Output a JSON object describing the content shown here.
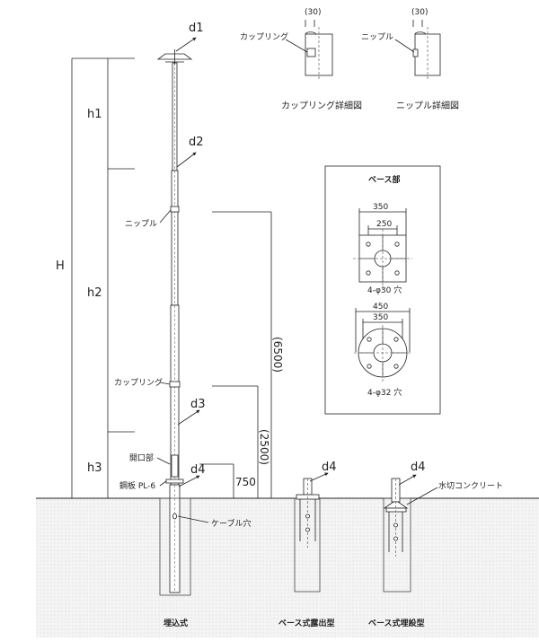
{
  "dims": {
    "H": "H",
    "h1": "h1",
    "h2": "h2",
    "h3": "h3",
    "d1": "d1",
    "d2": "d2",
    "d3": "d3",
    "d4": "d4",
    "d4_base_exposed": "d4",
    "d4_base_buried": "d4",
    "height_6500": "(6500)",
    "height_2500": "(2500)",
    "height_750": "750"
  },
  "callouts": {
    "nipple": "ニップル",
    "coupling": "カップリング",
    "opening": "開口部",
    "steel_plate": "鋼板 PL-6",
    "cable_hole": "ケーブル穴",
    "leveling_concrete": "水切コンクリート"
  },
  "detail": {
    "coupling_label": "カップリング",
    "coupling_dim": "(30)",
    "coupling_caption": "カップリング詳細図",
    "nipple_label": "ニップル",
    "nipple_dim": "(30)",
    "nipple_caption": "ニップル詳細図"
  },
  "base_panel": {
    "title": "ベース部",
    "square": {
      "outer": "350",
      "inner": "250",
      "holes": "4-φ30 穴"
    },
    "round": {
      "outer": "450",
      "inner": "350",
      "holes": "4-φ32 穴"
    }
  },
  "captions": {
    "buried": "埋込式",
    "base_exposed": "ベース式露出型",
    "base_buried": "ベース式埋設型"
  }
}
